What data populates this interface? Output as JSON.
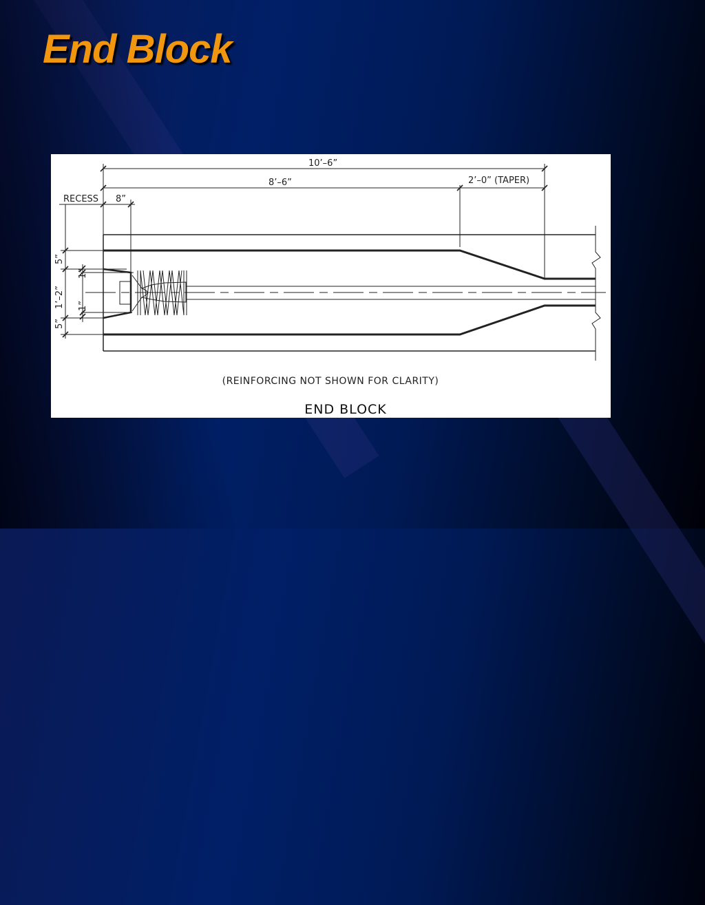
{
  "slide": {
    "title": "End Block",
    "colors": {
      "title": "#f0960f",
      "background": "#001f66",
      "drawing_bg": "#ffffff"
    }
  },
  "drawing": {
    "dimensions": {
      "overall_length": "10’–6”",
      "straight_length": "8’–6”",
      "taper_length": "2’–0” (TAPER)",
      "recess_label": "RECESS",
      "recess_depth": "8”",
      "flange_top": "5”",
      "flange_bottom": "5”",
      "web_height": "1’–2”",
      "recess_offset_top": "1”",
      "recess_offset_bottom": "1”"
    },
    "note": "(REINFORCING NOT SHOWN FOR CLARITY)",
    "caption": "END BLOCK"
  }
}
